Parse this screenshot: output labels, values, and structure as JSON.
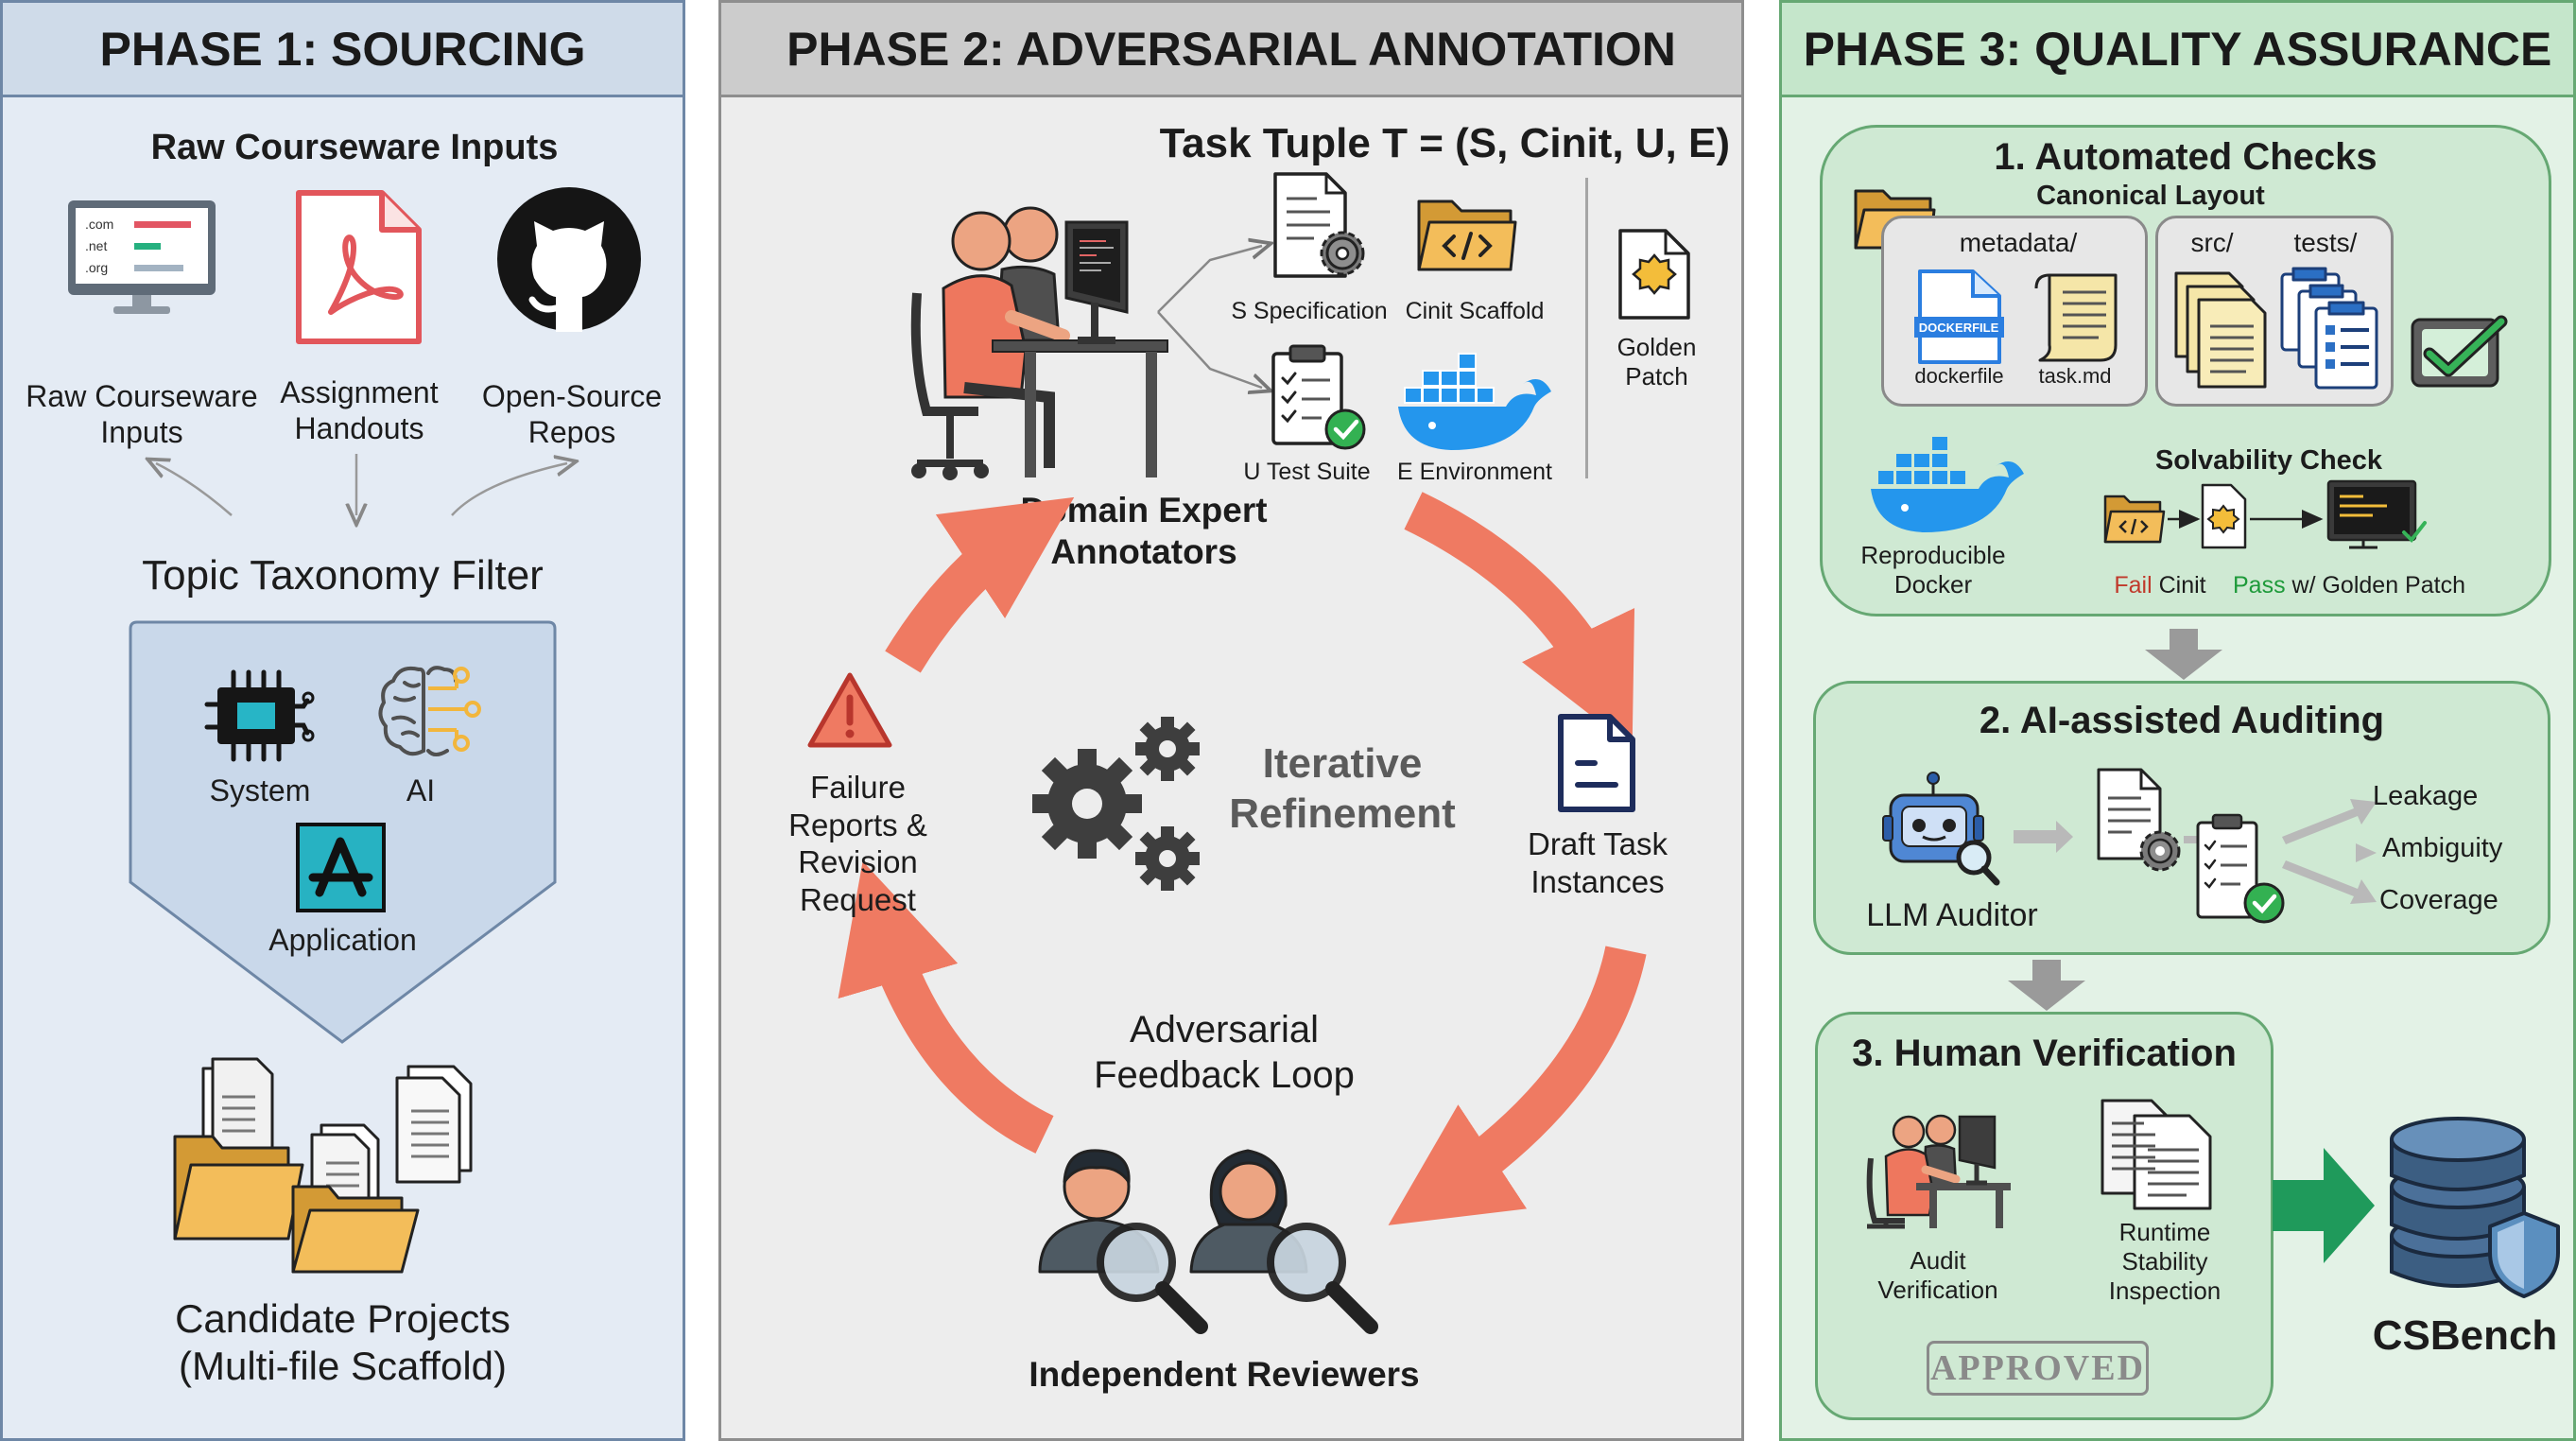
{
  "phase1": {
    "title": "PHASE 1: SOURCING",
    "raw_inputs_title": "Raw Courseware Inputs",
    "url_labels": [
      ".com",
      ".net",
      ".org"
    ],
    "sources": [
      "Raw Courseware\nInputs",
      "Assignment\nHandouts",
      "Open-Source\nRepos"
    ],
    "filter_title": "Topic Taxonomy Filter",
    "topics": [
      "System",
      "AI",
      "Application"
    ],
    "output": "Candidate Projects\n(Multi-file Scaffold)"
  },
  "phase2": {
    "title": "PHASE 2: ADVERSARIAL ANNOTATION",
    "tuple": "Task Tuple T = (S, Cinit, U, E)",
    "components": [
      "S Specification",
      "Cinit Scaffold",
      "U Test Suite",
      "E Environment"
    ],
    "golden": "Golden\nPatch",
    "annotators": "Domain Expert\nAnnotators",
    "draft": "Draft Task\nInstances",
    "failure": "Failure\nReports &\nRevision\nRequest",
    "center": "Iterative\nRefinement",
    "loop": "Adversarial\nFeedback Loop",
    "reviewers": "Independent Reviewers"
  },
  "phase3": {
    "title": "PHASE 3: QUALITY ASSURANCE",
    "auto_title": "1. Automated Checks",
    "layout_title": "Canonical Layout",
    "dir_metadata": "metadata/",
    "dir_src": "src/",
    "dir_tests": "tests/",
    "dockerfile_badge": "DOCKERFILE",
    "file_dockerfile": "dockerfile",
    "file_task": "task.md",
    "docker_label": "Reproducible\nDocker",
    "solv_title": "Solvability Check",
    "fail_word": "Fail",
    "fail_rest": " Cinit",
    "pass_word": "Pass",
    "pass_rest": " w/ Golden Patch",
    "ai_title": "2. AI-assisted Auditing",
    "auditor": "LLM Auditor",
    "checks": [
      "Leakage",
      "Ambiguity",
      "Coverage"
    ],
    "human_title": "3. Human Verification",
    "audit": "Audit\nVerification",
    "runtime": "Runtime\nStability\nInspection",
    "approved": "APPROVED",
    "final": "CSBench"
  },
  "colors": {
    "phase1_bg": "#e4ebf4",
    "phase1_head": "#cfdbe9",
    "phase2_bg": "#ededed",
    "phase2_head": "#cccccc",
    "phase3_bg": "#e3f2e6",
    "phase3_head": "#c5e6cb",
    "loop_arrow": "#ef7a62",
    "fail": "#c0392b",
    "pass": "#1e9a3a",
    "final_arrow": "#1f9a5b"
  }
}
